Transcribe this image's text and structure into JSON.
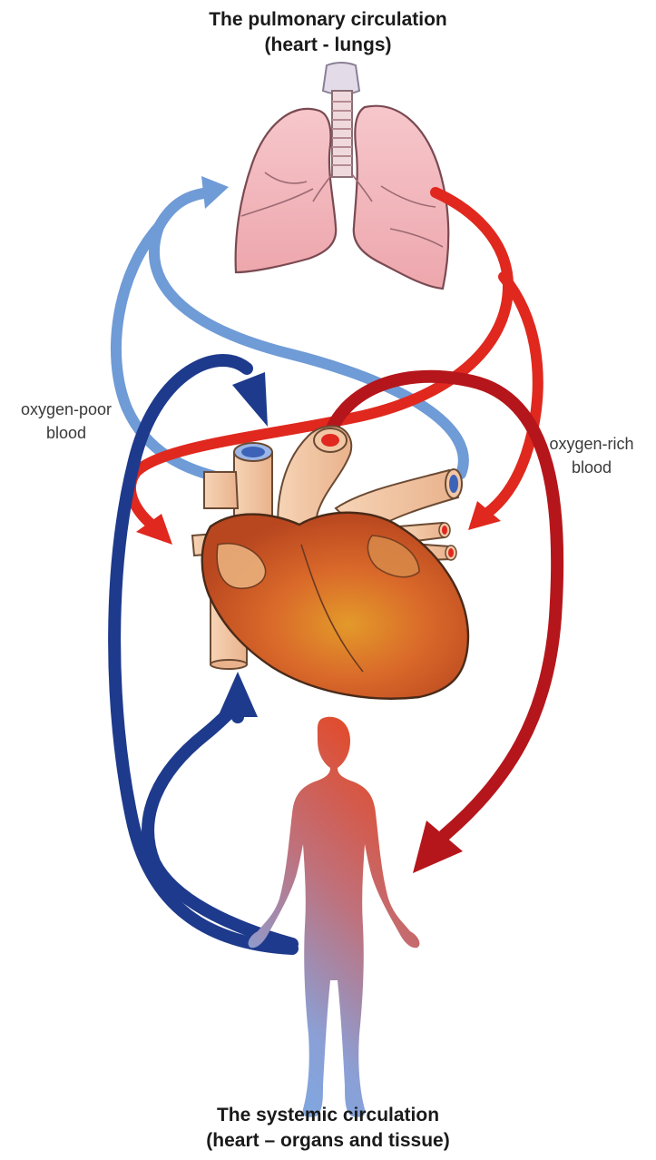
{
  "pulmonary": {
    "title_line1": "The pulmonary circulation",
    "title_line2": "(heart - lungs)"
  },
  "systemic": {
    "title_line1": "The systemic circulation",
    "title_line2": "(heart – organs and tissue)"
  },
  "labels": {
    "oxygen_poor_line1": "oxygen-poor",
    "oxygen_poor_line2": "blood",
    "oxygen_rich_line1": "oxygen-rich",
    "oxygen_rich_line2": "blood"
  },
  "colors": {
    "oxygen_poor_pulmonary": "#6f9bd6",
    "oxygen_poor_systemic": "#1e3a8c",
    "oxygen_rich_pulmonary": "#e0281e",
    "oxygen_rich_systemic": "#b5161b",
    "lungs": "#f2b8bd",
    "heart": "#e07a2c"
  }
}
